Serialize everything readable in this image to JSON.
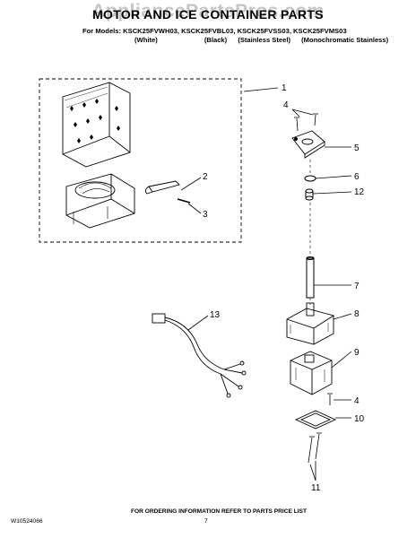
{
  "header": {
    "title": "MOTOR AND ICE CONTAINER PARTS",
    "models_line": "For Models: KSCK25FVWH03, KSCK25FVBL03, KSCK25FVSS03, KSCK25FVMS03",
    "finishes": [
      "(White)",
      "(Black)",
      "(Stainless Steel)",
      "(Monochromatic Stainless)"
    ]
  },
  "watermark": "AppliancePartsPros.com",
  "callouts": [
    "1",
    "2",
    "3",
    "4",
    "5",
    "6",
    "12",
    "7",
    "8",
    "9",
    "4",
    "10",
    "11",
    "13"
  ],
  "footer": {
    "ordering_info": "FOR ORDERING INFORMATION REFER TO PARTS PRICE LIST",
    "doc_number": "W10524066",
    "page_number": "7"
  }
}
